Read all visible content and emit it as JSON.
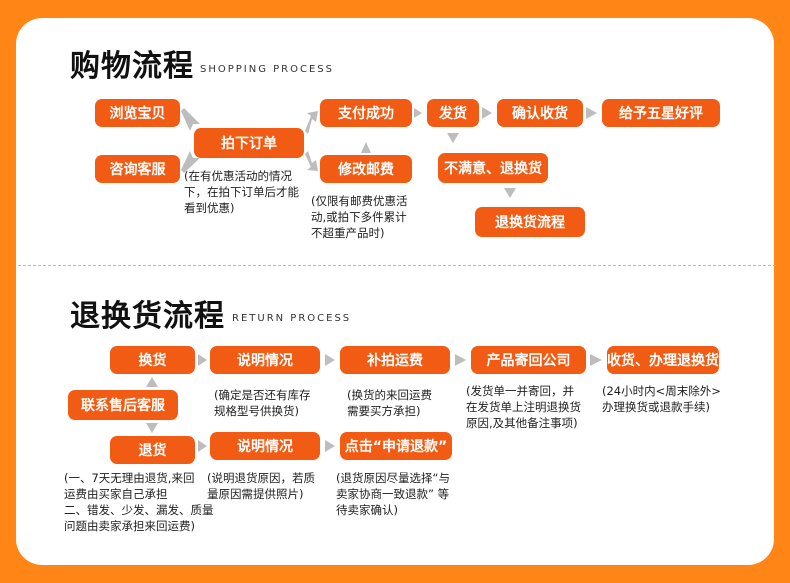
{
  "shopping": {
    "title": "购物流程",
    "subtitle": "SHOPPING PROCESS",
    "browse": "浏览宝贝",
    "consult": "咨询客服",
    "order": "拍下订单",
    "pay_success": "支付成功",
    "modify_postage": "修改邮费",
    "ship": "发货",
    "confirm_receipt": "确认收货",
    "five_star": "给予五星好评",
    "unsatisfied": "不满意、退换货",
    "return_flow": "退换货流程",
    "note_order": [
      "(在有优惠活动的情况",
      "下，在拍下订单后才能",
      "看到优惠)"
    ],
    "note_postage": [
      "(仅限有邮费优惠活",
      "动,或拍下多件累计",
      "不超重产品时)"
    ]
  },
  "returns": {
    "title": "退换货流程",
    "subtitle": "RETURN PROCESS",
    "exchange": "换货",
    "contact_service": "联系售后客服",
    "refund": "退货",
    "explain1": "说明情况",
    "pay_shipping": "补拍运费",
    "send_back": "产品寄回公司",
    "receive_process": "收货、办理退换货",
    "explain2": "说明情况",
    "click_apply": "点击“申请退款”",
    "note_explain1": [
      "(确定是否还有库存",
      "规格型号供换货)"
    ],
    "note_pay_shipping": [
      "(换货的来回运费",
      "需要买方承担)"
    ],
    "note_send_back": [
      "(发货单一并寄回，并",
      "在发货单上注明退换货",
      "原因,及其他备注事项)"
    ],
    "note_receive": [
      "(24小时内<周末除外>",
      "办理换货或退款手续)"
    ],
    "note_refund": [
      "(一、7天无理由退货,来回",
      "运费由买家自己承担",
      "二、错发、少发、漏发、质量",
      "问题由卖家承担来回运费)"
    ],
    "note_explain2": [
      "(说明退货原因，若质",
      "量原因需提供照片)"
    ],
    "note_apply": [
      "(退货原因尽量选择“与",
      "卖家协商一致退款” 等",
      "待卖家确认)"
    ]
  },
  "colors": {
    "accent": "#f25b13",
    "border": "#ff8516",
    "arrow": "#bdbdbd"
  }
}
